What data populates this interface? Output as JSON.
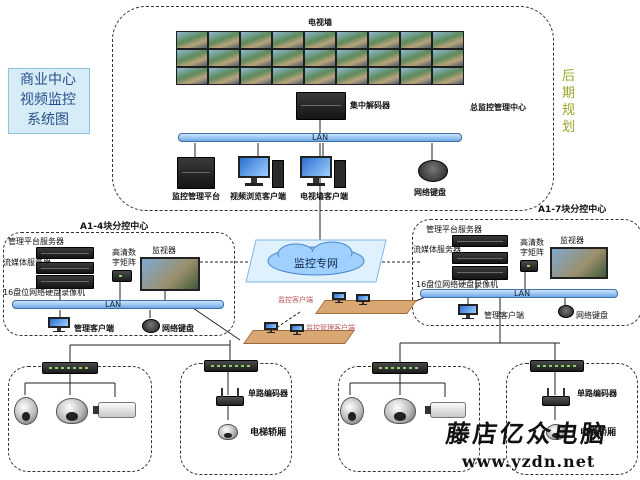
{
  "title_box": {
    "title": "商业中心\n视频监控\n系统图"
  },
  "future": {
    "text": "后\n期\n规\n划"
  },
  "central": {
    "video_wall": "电视墙",
    "decoder": "集中解码器",
    "center_label": "总监控管理中心",
    "lan": "LAN",
    "platform": "监控管理平台",
    "browser_client": "视频浏览客户端",
    "tvwall_client": "电视墙客户端",
    "net_keyboard": "网络键盘"
  },
  "left_center": {
    "title": "A1-4块分控中心",
    "mgmt_server": "管理平台服务器",
    "stream_server": "流媒体服务器",
    "hd_matrix": "高清数\n字矩阵",
    "monitor": "监视器",
    "nvr": "16盘位网络硬盘录像机",
    "lan": "LAN",
    "mgmt_client": "管理客户端",
    "net_keyboard": "网络键盘"
  },
  "right_center": {
    "title": "A1-7块分控中心",
    "mgmt_server": "管理平台服务器",
    "stream_server": "流媒体服务器",
    "hd_matrix": "高清数\n字矩阵",
    "monitor": "监视器",
    "nvr": "16盘位网络硬盘录像机",
    "lan": "LAN",
    "mgmt_client": "管理客户端",
    "net_keyboard": "网络键盘"
  },
  "network": {
    "label": "监控专网"
  },
  "clients": {
    "monitor_client": "监控客户端",
    "mgmt_client": "监控管理客户端"
  },
  "front_left": {
    "encoder": "单路编码器",
    "elevator": "电梯轿厢"
  },
  "front_right": {
    "encoder": "单路编码器",
    "elevator": "电梯轿厢"
  },
  "watermark": {
    "name": "藤店亿众电脑",
    "url": "www.yzdn.net"
  },
  "colors": {
    "lan_bar": "#6fa9e6",
    "cloud": "#9fd0ff",
    "title_text": "#2a4f8a",
    "future_text": "#9aa42a"
  }
}
